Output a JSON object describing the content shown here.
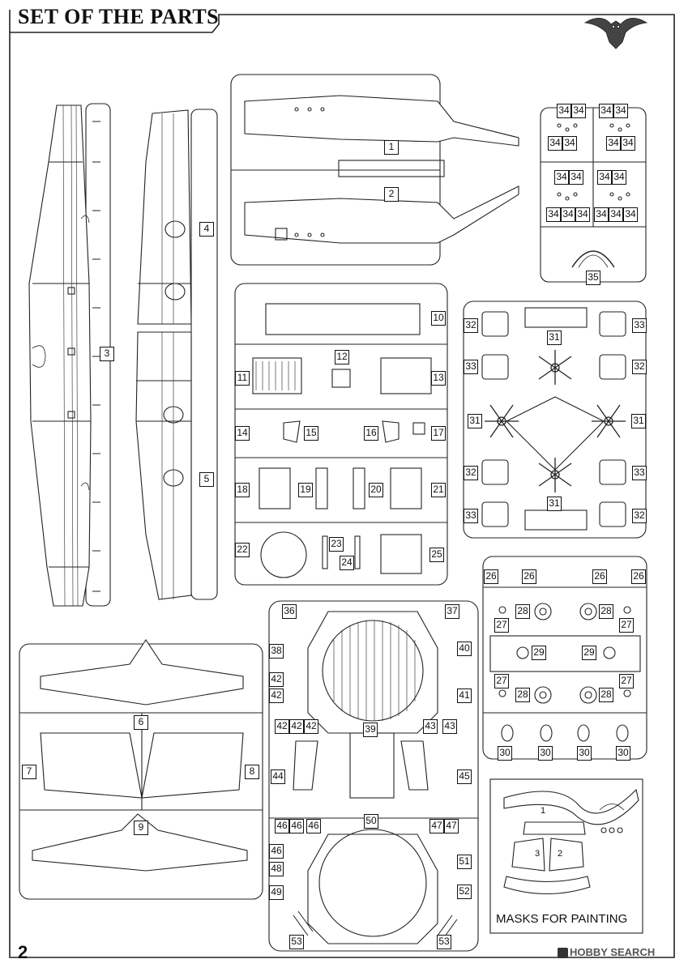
{
  "header": {
    "title": "SET OF THE PARTS"
  },
  "footer": {
    "page_number": "2",
    "watermark": "HOBBY SEARCH"
  },
  "masks": {
    "label": "MASKS FOR PAINTING",
    "mask_numbers": [
      "1",
      "2",
      "3"
    ]
  },
  "part_labels": [
    {
      "n": "1"
    },
    {
      "n": "2"
    },
    {
      "n": "3"
    },
    {
      "n": "4"
    },
    {
      "n": "5"
    },
    {
      "n": "6"
    },
    {
      "n": "7"
    },
    {
      "n": "8"
    },
    {
      "n": "9"
    },
    {
      "n": "10"
    },
    {
      "n": "11"
    },
    {
      "n": "12"
    },
    {
      "n": "13"
    },
    {
      "n": "14"
    },
    {
      "n": "15"
    },
    {
      "n": "16"
    },
    {
      "n": "17"
    },
    {
      "n": "18"
    },
    {
      "n": "19"
    },
    {
      "n": "20"
    },
    {
      "n": "21"
    },
    {
      "n": "22"
    },
    {
      "n": "23"
    },
    {
      "n": "24"
    },
    {
      "n": "25"
    },
    {
      "n": "26"
    },
    {
      "n": "26"
    },
    {
      "n": "26"
    },
    {
      "n": "26"
    },
    {
      "n": "27"
    },
    {
      "n": "27"
    },
    {
      "n": "27"
    },
    {
      "n": "27"
    },
    {
      "n": "28"
    },
    {
      "n": "28"
    },
    {
      "n": "28"
    },
    {
      "n": "28"
    },
    {
      "n": "29"
    },
    {
      "n": "29"
    },
    {
      "n": "30"
    },
    {
      "n": "30"
    },
    {
      "n": "30"
    },
    {
      "n": "30"
    },
    {
      "n": "31"
    },
    {
      "n": "31"
    },
    {
      "n": "31"
    },
    {
      "n": "31"
    },
    {
      "n": "32"
    },
    {
      "n": "32"
    },
    {
      "n": "32"
    },
    {
      "n": "32"
    },
    {
      "n": "33"
    },
    {
      "n": "33"
    },
    {
      "n": "33"
    },
    {
      "n": "33"
    },
    {
      "n": "34"
    },
    {
      "n": "34"
    },
    {
      "n": "34"
    },
    {
      "n": "34"
    },
    {
      "n": "34"
    },
    {
      "n": "34"
    },
    {
      "n": "34"
    },
    {
      "n": "34"
    },
    {
      "n": "34"
    },
    {
      "n": "34"
    },
    {
      "n": "34"
    },
    {
      "n": "34"
    },
    {
      "n": "34"
    },
    {
      "n": "34"
    },
    {
      "n": "34"
    },
    {
      "n": "34"
    },
    {
      "n": "34"
    },
    {
      "n": "34"
    },
    {
      "n": "35"
    },
    {
      "n": "36"
    },
    {
      "n": "37"
    },
    {
      "n": "38"
    },
    {
      "n": "39"
    },
    {
      "n": "40"
    },
    {
      "n": "41"
    },
    {
      "n": "42"
    },
    {
      "n": "42"
    },
    {
      "n": "42"
    },
    {
      "n": "42"
    },
    {
      "n": "42"
    },
    {
      "n": "43"
    },
    {
      "n": "43"
    },
    {
      "n": "44"
    },
    {
      "n": "45"
    },
    {
      "n": "46"
    },
    {
      "n": "46"
    },
    {
      "n": "46"
    },
    {
      "n": "46"
    },
    {
      "n": "47"
    },
    {
      "n": "47"
    },
    {
      "n": "48"
    },
    {
      "n": "49"
    },
    {
      "n": "50"
    },
    {
      "n": "51"
    },
    {
      "n": "52"
    },
    {
      "n": "53"
    },
    {
      "n": "53"
    }
  ]
}
